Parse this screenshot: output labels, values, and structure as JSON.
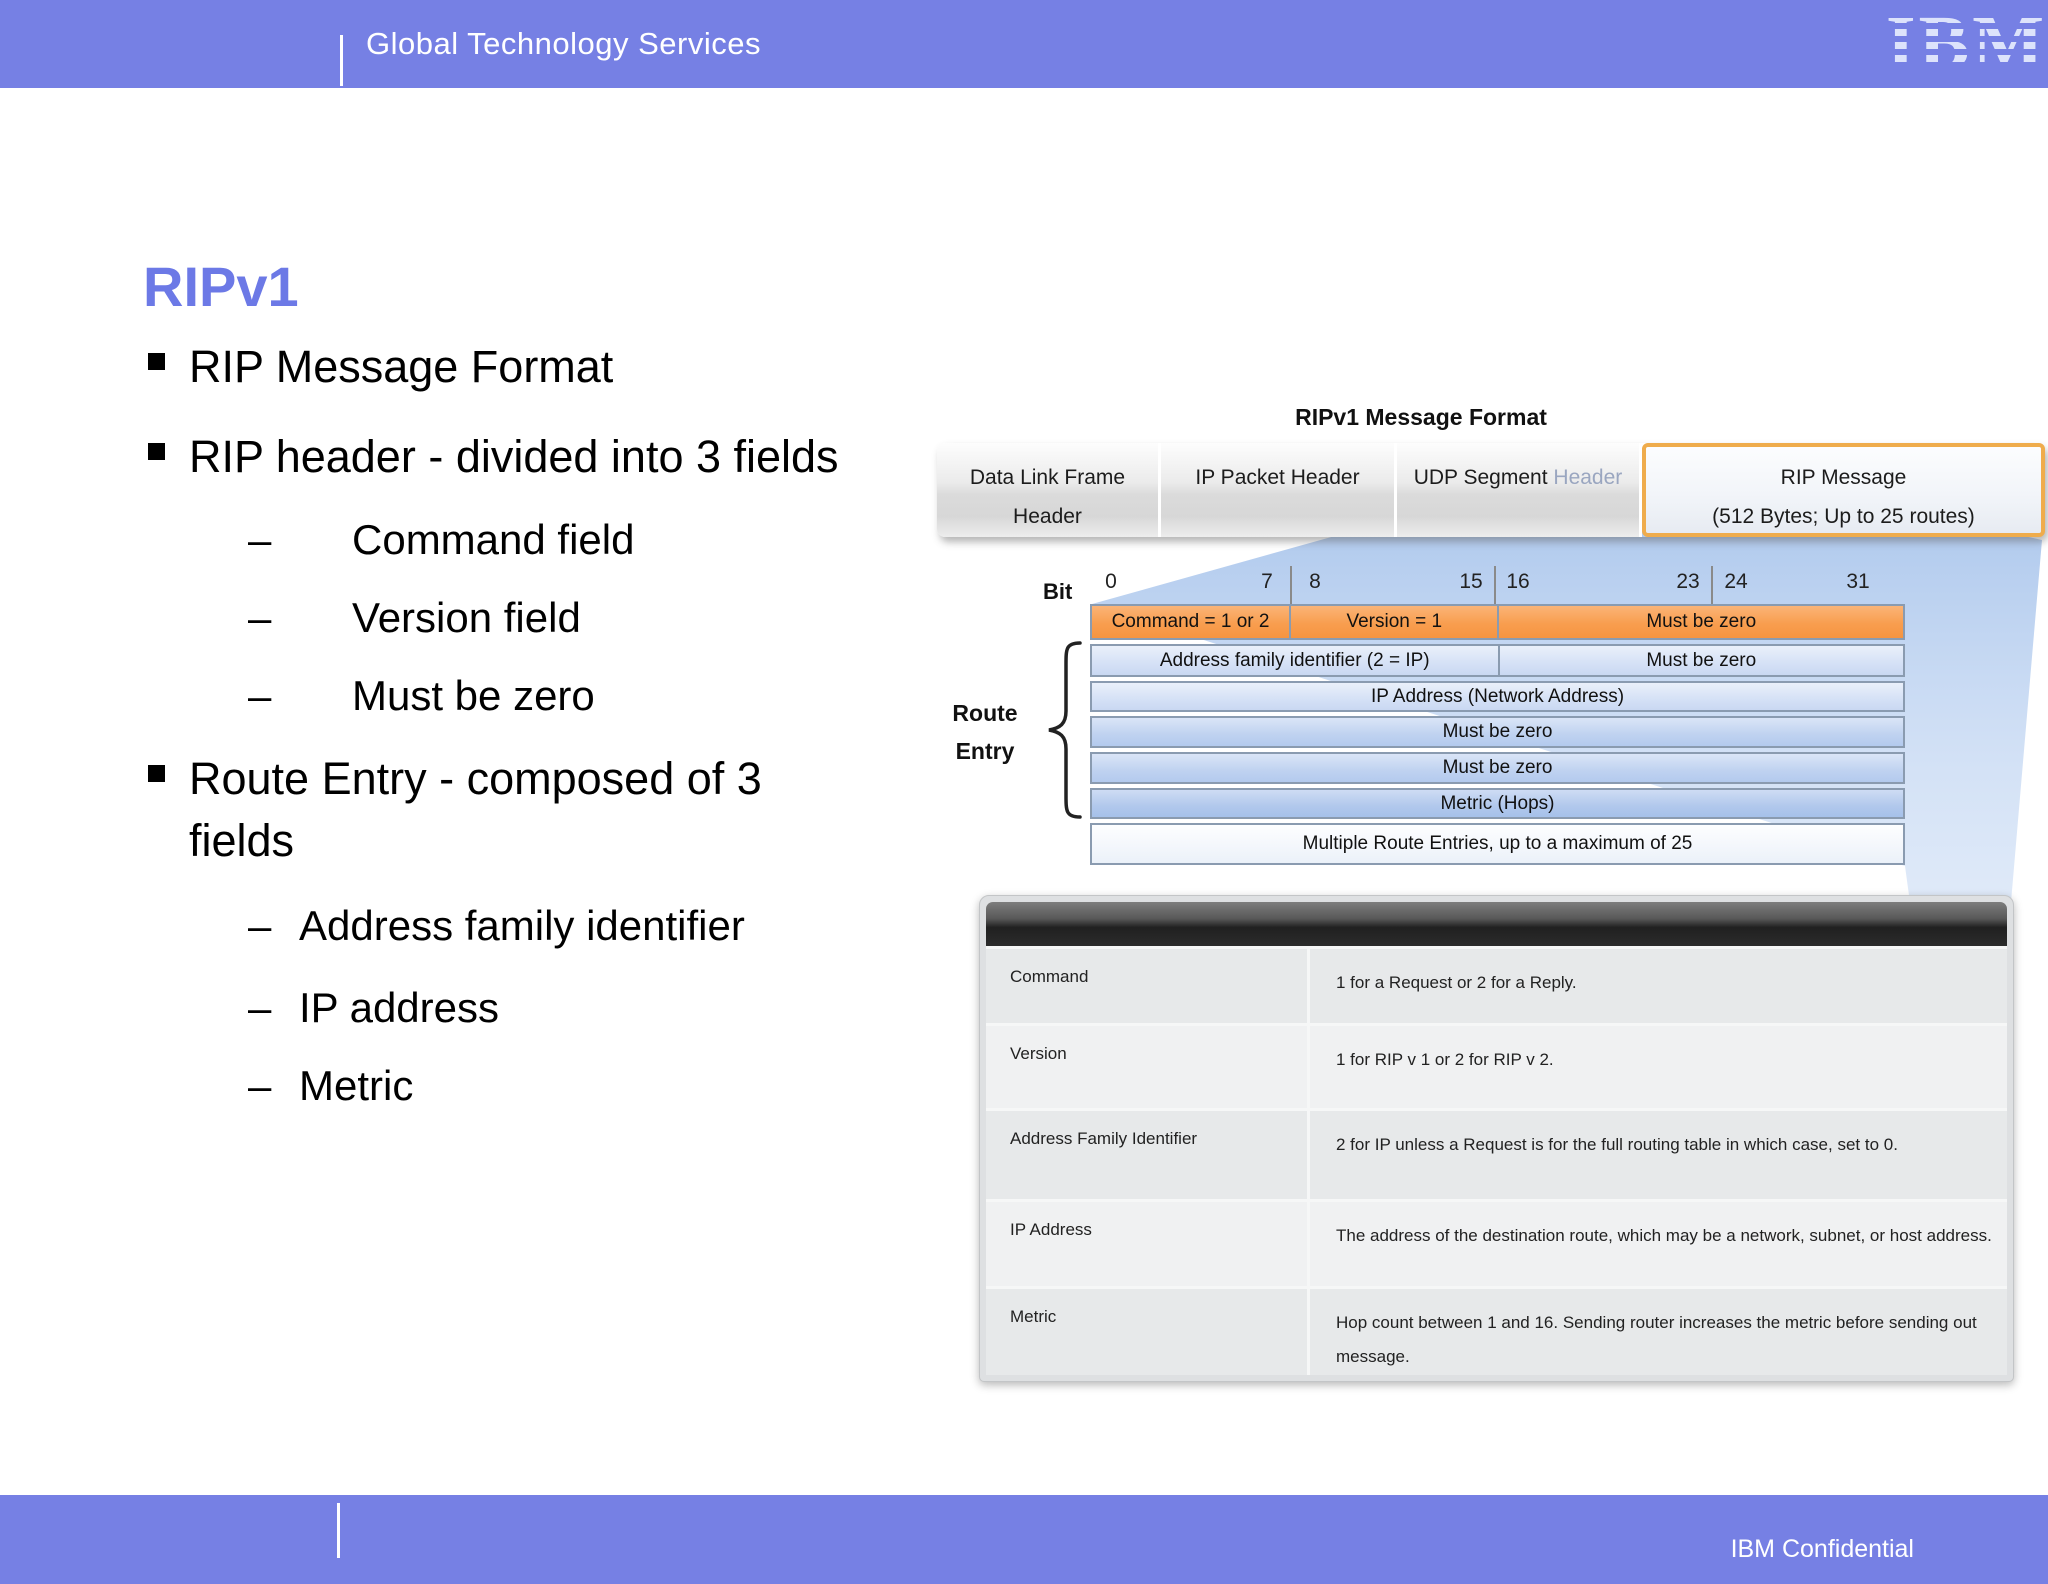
{
  "header": {
    "section_title": "Global Technology Services",
    "logo_text": "IBM"
  },
  "footer": {
    "confidential": "IBM Confidential"
  },
  "slide": {
    "title": "RIPv1",
    "dash": "–",
    "bullets_l1": [
      "RIP Message Format",
      "RIP header - divided into 3 fields",
      "Route Entry - composed of 3 fields"
    ],
    "bullets_l2_header": [
      "Command field",
      "Version field",
      "Must be zero"
    ],
    "bullets_l2_route": [
      "Address family identifier",
      "IP address",
      "Metric"
    ]
  },
  "diagram": {
    "title": "RIPv1 Message Format",
    "encapsulation": [
      {
        "label": "Data Link Frame",
        "sublabel": "Header"
      },
      {
        "label": "IP Packet Header"
      },
      {
        "label": "UDP Segment",
        "suffix": "Header"
      },
      {
        "label": "RIP Message",
        "sublabel": "(512 Bytes; Up to 25 routes)"
      }
    ],
    "bit_axis": {
      "label": "Bit",
      "numbers": [
        "0",
        "7",
        "8",
        "15",
        "16",
        "23",
        "24",
        "31"
      ]
    },
    "route_entry": {
      "line1": "Route",
      "line2": "Entry"
    },
    "rows": [
      {
        "cells": [
          {
            "text": "Command = 1 or 2"
          },
          {
            "text": "Version = 1"
          },
          {
            "text": "Must be zero"
          }
        ]
      },
      {
        "cells": [
          {
            "text": "Address family identifier (2 = IP)"
          },
          {
            "text": "Must be zero"
          }
        ]
      },
      {
        "cells": [
          {
            "text": "IP Address (Network Address)"
          }
        ]
      },
      {
        "cells": [
          {
            "text": "Must be zero"
          }
        ]
      },
      {
        "cells": [
          {
            "text": "Must be zero"
          }
        ]
      },
      {
        "cells": [
          {
            "text": "Metric (Hops)"
          }
        ]
      },
      {
        "cells": [
          {
            "text": "Multiple Route Entries, up to a maximum of 25"
          }
        ]
      }
    ]
  },
  "field_table": {
    "rows": [
      {
        "name": "Command",
        "desc": "1 for a Request or 2 for a Reply."
      },
      {
        "name": "Version",
        "desc": "1 for RIP v 1 or 2 for RIP v 2."
      },
      {
        "name": "Address Family Identifier",
        "desc": "2 for IP unless a Request is for the full routing table in which case, set to 0."
      },
      {
        "name": "IP Address",
        "desc": "The address of the destination route, which may be a network, subnet, or host address."
      },
      {
        "name": "Metric",
        "desc": "Hop count between 1 and 16. Sending router increases the metric before sending out message."
      }
    ]
  },
  "colors": {
    "brand_purple": "#7680E4",
    "title_blue": "#6C79E6",
    "row_orange": "#F89E4F",
    "row_blue": "#BFD2F0",
    "highlight_border_orange": "#EFAC4C"
  }
}
